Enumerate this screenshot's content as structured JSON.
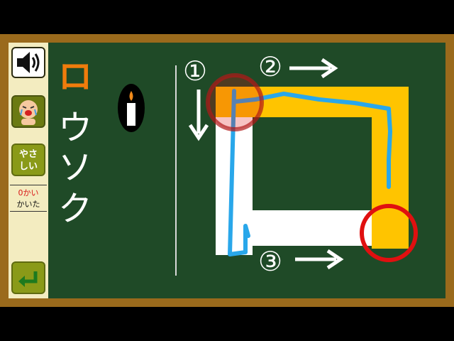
{
  "sidebar": {
    "sound_icon": "speaker-icon",
    "baby_icon": "crying-baby-icon",
    "easy_label_1": "やさ",
    "easy_label_2": "しい",
    "count_value": "0かい",
    "count_label": "かいた",
    "back_icon": "return-arrow-icon"
  },
  "word": {
    "chars": [
      "ロ",
      "ウ",
      "ソ",
      "ク"
    ],
    "current_index": 0,
    "picture_icon": "candle-icon"
  },
  "stroke_guide": {
    "labels": [
      "①",
      "②",
      "③"
    ],
    "arrows": [
      "down",
      "right",
      "right"
    ]
  },
  "colors": {
    "board": "#1f4a27",
    "frame": "#9a6a1c",
    "highlight": "#f07c0c",
    "stroke_done": "#ffc400",
    "stroke_todo": "#ffffff",
    "trace": "#29a7ea",
    "marker": "#e01010"
  }
}
